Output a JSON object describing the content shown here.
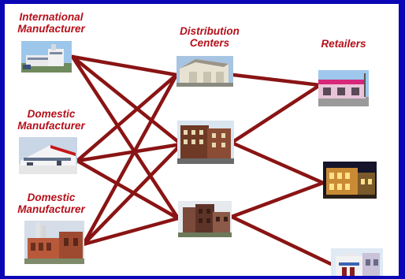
{
  "columns": {
    "international_manufacturer": "International\nManufacturer",
    "domestic_manufacturer_1": "Domestic\nManufacturer",
    "domestic_manufacturer_2": "Domestic\nManufacturer",
    "distribution_centers": "Distribution\nCenters",
    "retailers": "Retailers"
  },
  "colors": {
    "frame": "#0a05b5",
    "background": "#ffffff",
    "label": "#b5101a",
    "link": "#8a1414"
  },
  "icons": {
    "international_manufacturer": "factory-photo",
    "domestic_manufacturer_1": "modern-factory-photo",
    "domestic_manufacturer_2": "brick-plant-photo",
    "distribution_center_1": "warehouse-photo",
    "distribution_center_2": "brick-building-photo",
    "distribution_center_3": "old-warehouse-photo",
    "retailer_1": "storefront-photo",
    "retailer_2": "night-shop-photo",
    "retailer_3": "boutique-photo"
  },
  "links": [
    [
      "international_manufacturer",
      "distribution_center_1"
    ],
    [
      "international_manufacturer",
      "distribution_center_2"
    ],
    [
      "international_manufacturer",
      "distribution_center_3"
    ],
    [
      "domestic_manufacturer_1",
      "distribution_center_1"
    ],
    [
      "domestic_manufacturer_1",
      "distribution_center_2"
    ],
    [
      "domestic_manufacturer_1",
      "distribution_center_3"
    ],
    [
      "domestic_manufacturer_2",
      "distribution_center_1"
    ],
    [
      "domestic_manufacturer_2",
      "distribution_center_2"
    ],
    [
      "domestic_manufacturer_2",
      "distribution_center_3"
    ],
    [
      "distribution_center_1",
      "retailer_1"
    ],
    [
      "distribution_center_2",
      "retailer_1"
    ],
    [
      "distribution_center_2",
      "retailer_2"
    ],
    [
      "distribution_center_3",
      "retailer_2"
    ],
    [
      "distribution_center_3",
      "retailer_3"
    ]
  ]
}
